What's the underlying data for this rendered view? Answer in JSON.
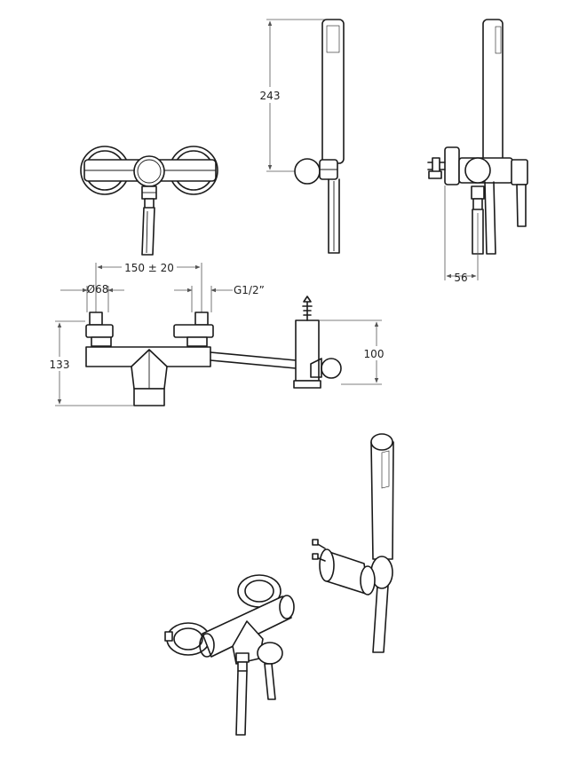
{
  "dimensions": {
    "handshower_height": "243",
    "center_distance": "150 ± 20",
    "flange_diameter": "Ø68",
    "thread": "G1/2”",
    "overall_height": "133",
    "bracket_height": "100",
    "projection": "56"
  }
}
